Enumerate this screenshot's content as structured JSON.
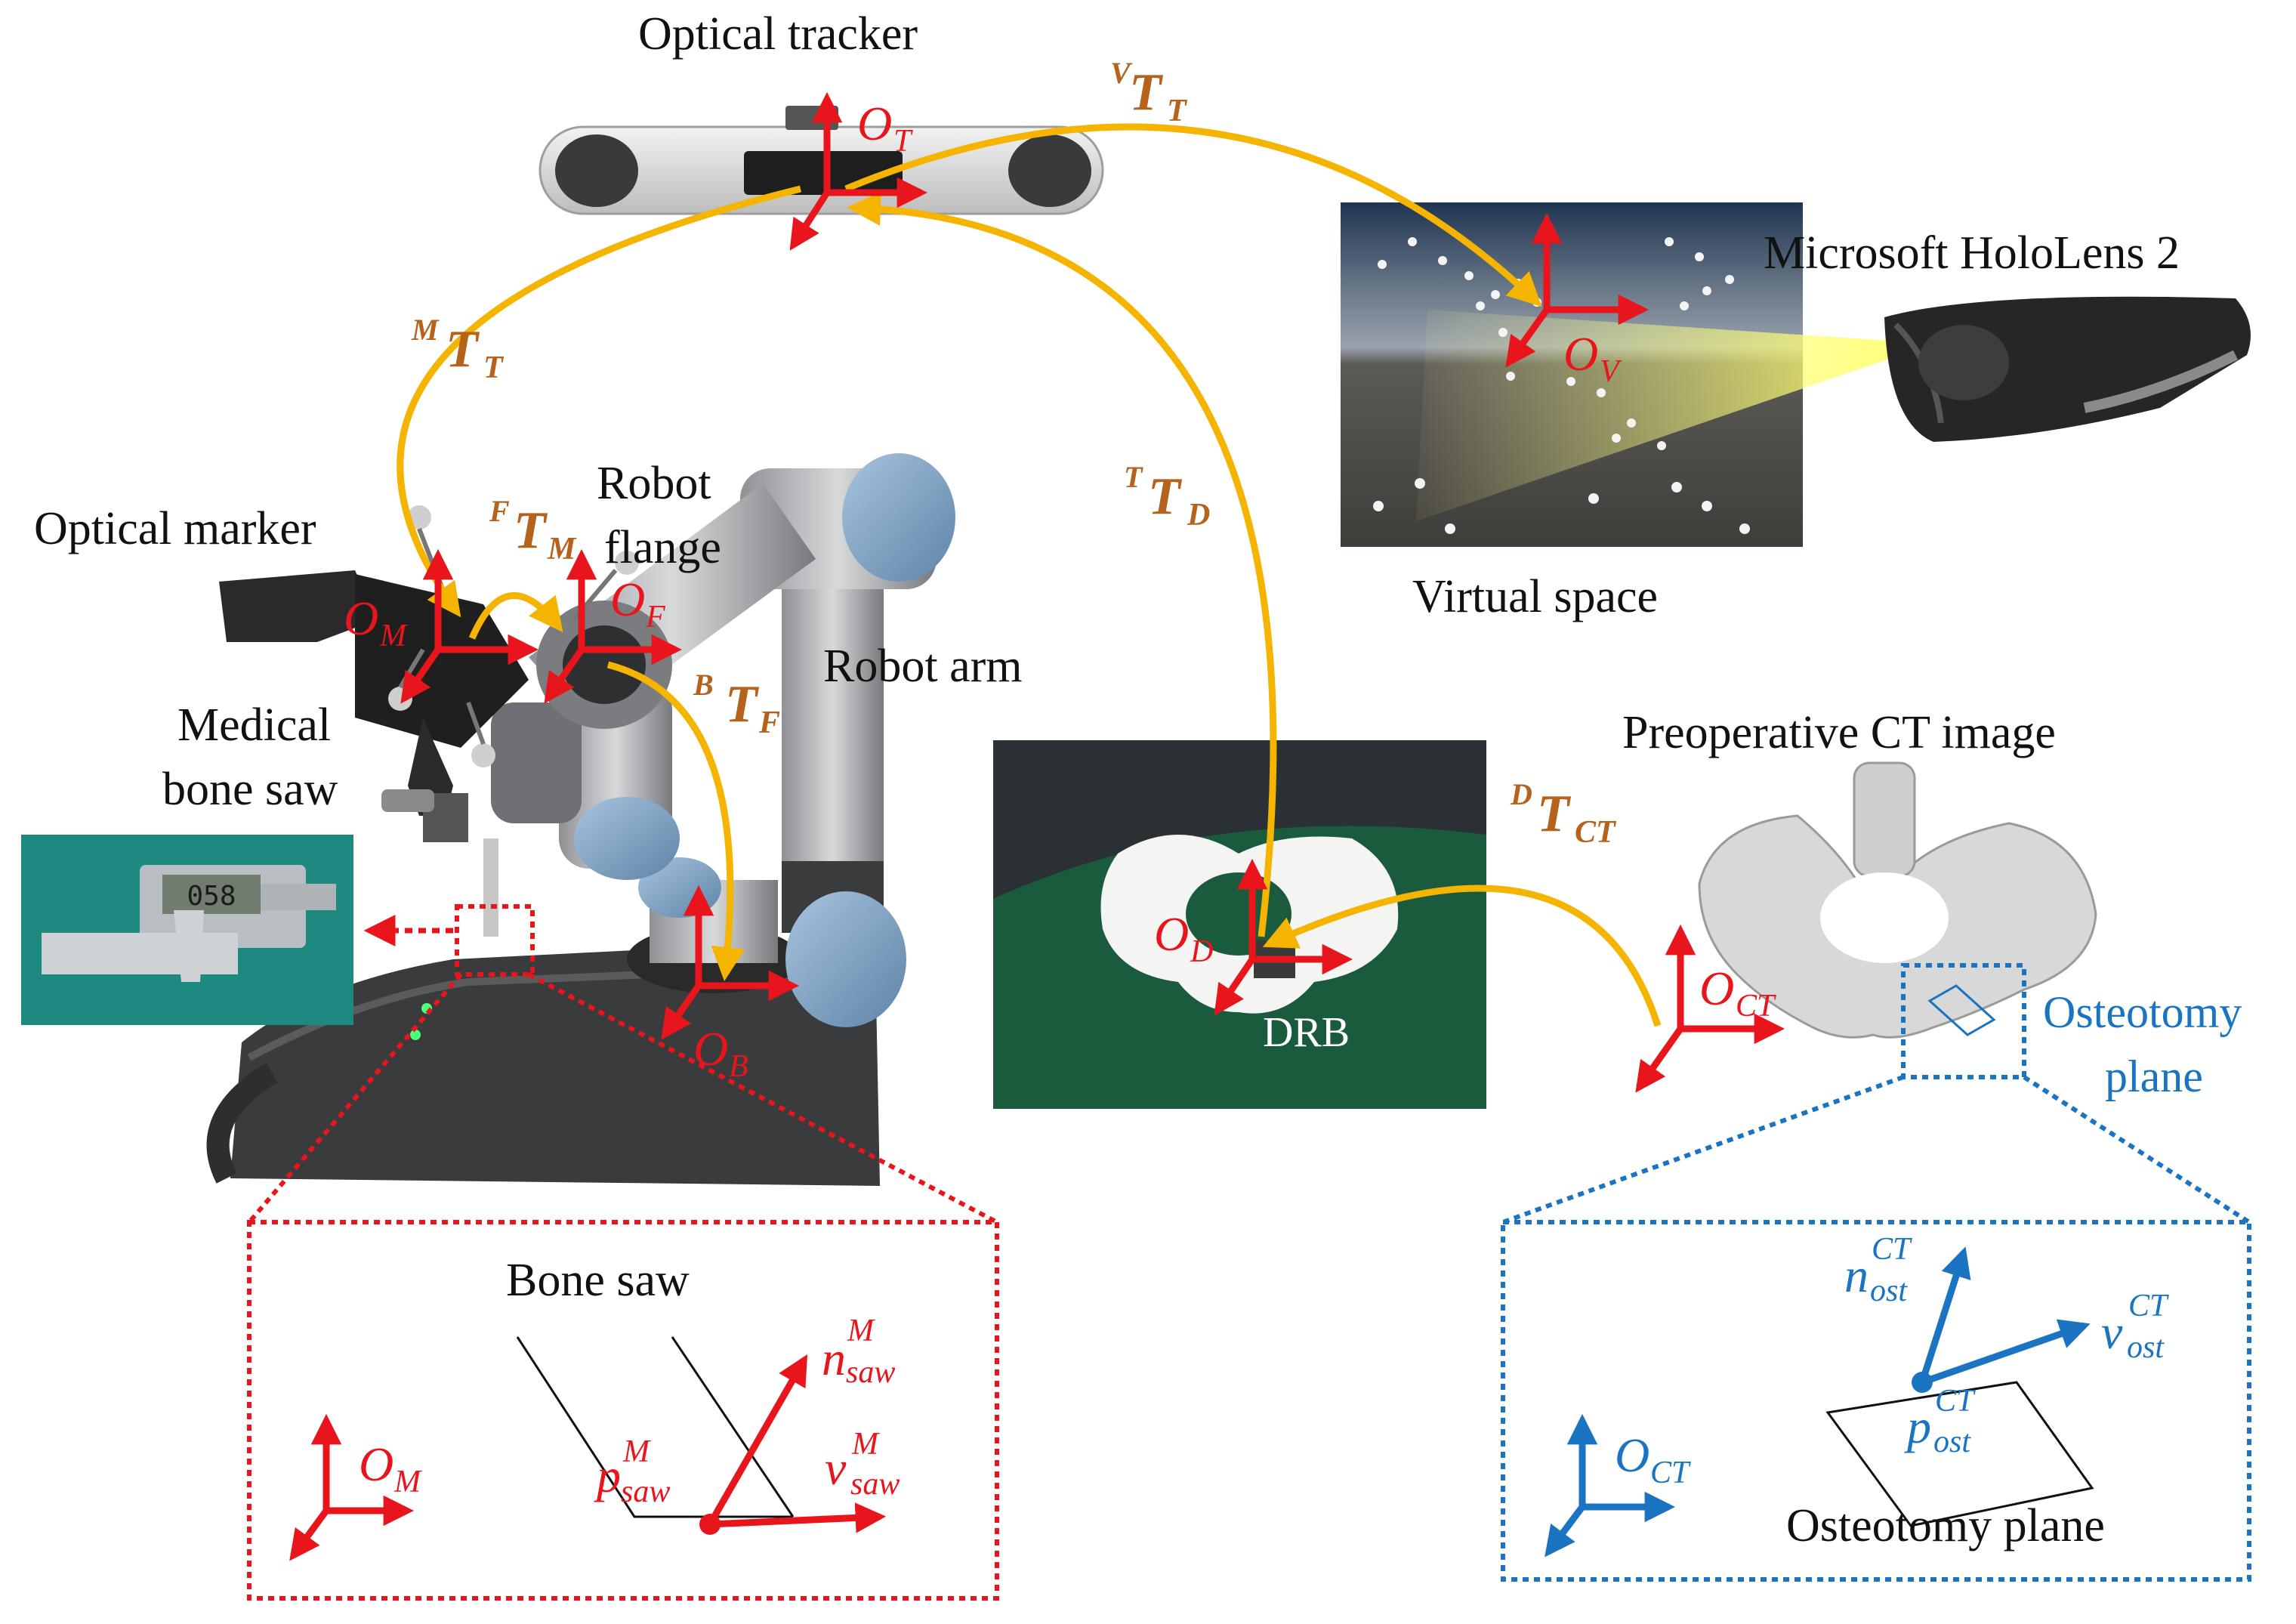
{
  "labels": {
    "optical_tracker": "Optical tracker",
    "microsoft_hololens": "Microsoft HoloLens 2",
    "virtual_space": "Virtual space",
    "optical_marker": "Optical marker",
    "robot_flange_1": "Robot",
    "robot_flange_2": "flange",
    "robot_arm": "Robot arm",
    "medical_bone_saw_1": "Medical",
    "medical_bone_saw_2": "bone saw",
    "preoperative_ct": "Preoperative CT image",
    "drb": "DRB",
    "osteotomy_plane_1": "Osteotomy",
    "osteotomy_plane_2": "plane",
    "bone_saw": "Bone saw",
    "osteotomy_plane_inset": "Osteotomy plane",
    "caliper_reading": "058"
  },
  "transforms": {
    "v_t_t": {
      "sup": "V",
      "main": "T",
      "sub": "T"
    },
    "m_t_t": {
      "sup": "M",
      "main": "T",
      "sub": "T"
    },
    "f_t_m": {
      "sup": "F",
      "main": "T",
      "sub": "M"
    },
    "b_t_f": {
      "sup": "B",
      "main": "T",
      "sub": "F"
    },
    "t_t_d": {
      "sup": "T",
      "main": "T",
      "sub": "D"
    },
    "d_t_ct": {
      "sup": "D",
      "main": "T",
      "sub": "CT"
    }
  },
  "frames": {
    "ot": {
      "main": "O",
      "sub": "T"
    },
    "ov": {
      "main": "O",
      "sub": "V"
    },
    "om": {
      "main": "O",
      "sub": "M"
    },
    "of": {
      "main": "O",
      "sub": "F"
    },
    "ob": {
      "main": "O",
      "sub": "B"
    },
    "od": {
      "main": "O",
      "sub": "D"
    },
    "oct": {
      "main": "O",
      "sub": "CT"
    },
    "om_inset": {
      "main": "O",
      "sub": "M"
    },
    "oct_inset": {
      "main": "O",
      "sub": "CT"
    }
  },
  "vectors": {
    "n_saw": {
      "main": "n",
      "sup": "M",
      "sub": "saw"
    },
    "v_saw": {
      "main": "v",
      "sup": "M",
      "sub": "saw"
    },
    "p_saw": {
      "main": "p",
      "sup": "M",
      "sub": "saw"
    },
    "n_ost": {
      "main": "n",
      "sup": "CT",
      "sub": "ost"
    },
    "v_ost": {
      "main": "v",
      "sup": "CT",
      "sub": "ost"
    },
    "p_ost": {
      "main": "p",
      "sup": "CT",
      "sub": "ost"
    }
  },
  "colors": {
    "frame_red": "#e8161c",
    "frame_blue": "#1a74c2",
    "transform_arrow": "#f4b400",
    "transform_text": "#b5621d"
  }
}
